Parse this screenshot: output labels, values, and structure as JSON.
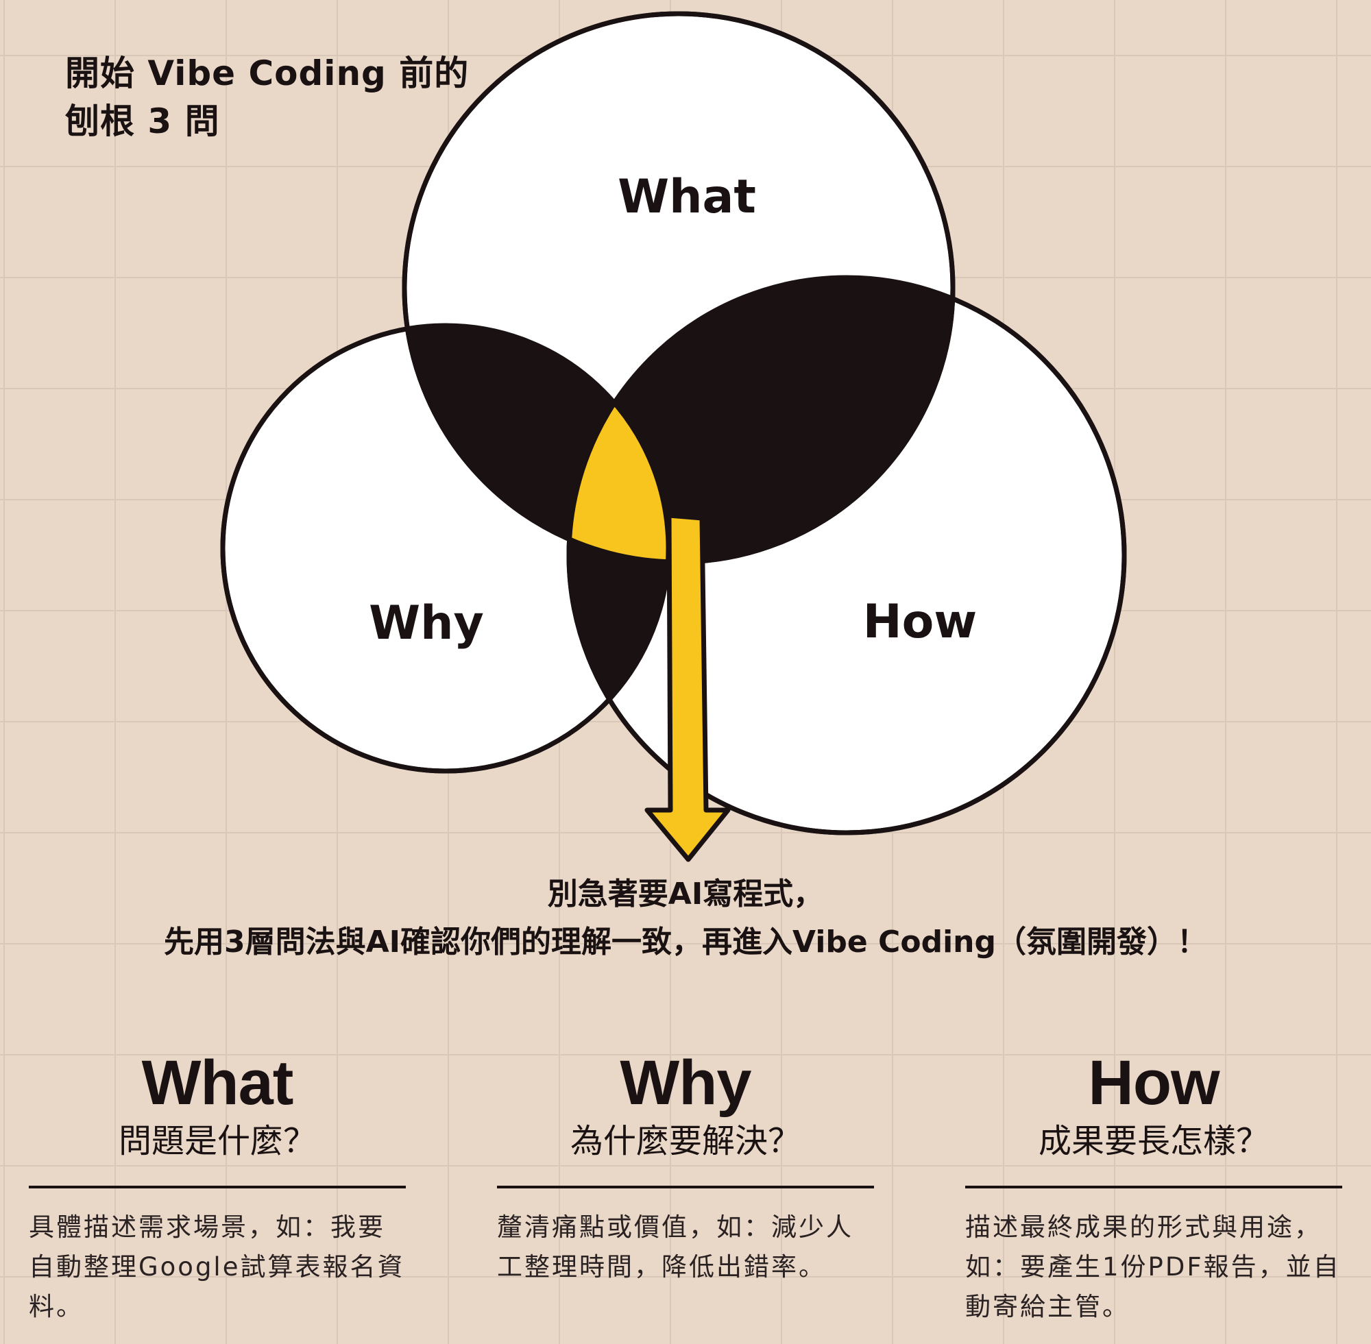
{
  "heading": {
    "line1": "開始 Vibe Coding 前的",
    "line2": "刨根 3 問"
  },
  "venn": {
    "top_label": "What",
    "left_label": "Why",
    "right_label": "How",
    "colors": {
      "circle_fill": "#ffffff",
      "overlap_fill": "#1a1212",
      "center_fill": "#f7c51e",
      "stroke": "#1a1212",
      "arrow_fill": "#f7c51e"
    }
  },
  "tagline": {
    "line1": "別急著要AI寫程式，",
    "line2": "先用3層問法與AI確認你們的理解一致，再進入Vibe Coding（氛圍開發）！"
  },
  "columns": [
    {
      "title": "What",
      "subtitle": "問題是什麼？",
      "description": "具體描述需求場景，如：我要自動整理Google試算表報名資料。"
    },
    {
      "title": "Why",
      "subtitle": "為什麼要解決？",
      "description": "釐清痛點或價值，如：減少人工整理時間，降低出錯率。"
    },
    {
      "title": "How",
      "subtitle": "成果要長怎樣？",
      "description": "描述最終成果的形式與用途，如：要產生1份PDF報告，並自動寄給主管。"
    }
  ]
}
